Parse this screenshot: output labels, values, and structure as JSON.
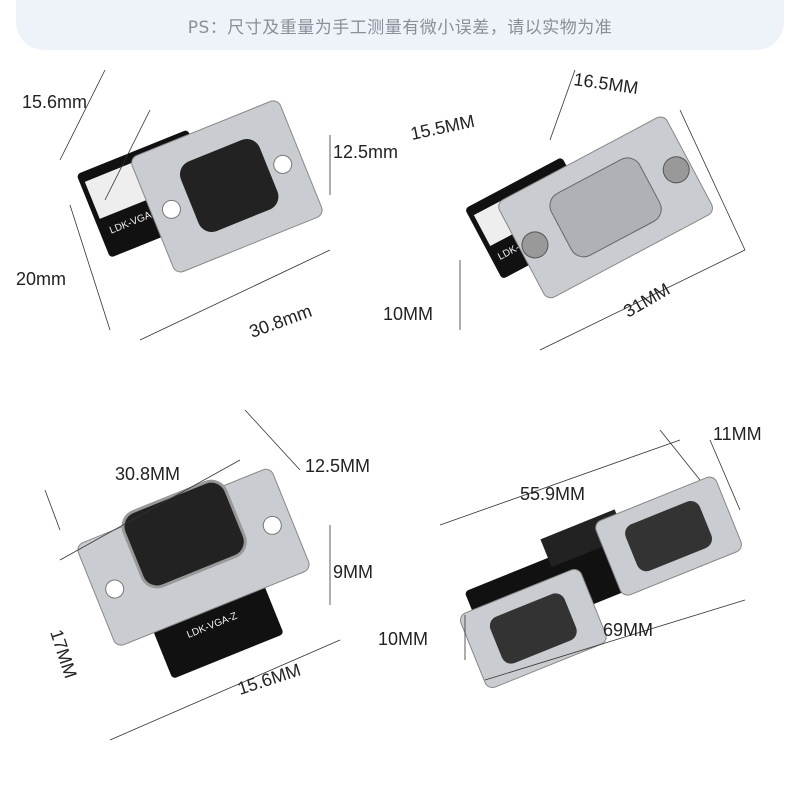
{
  "note": "PS：尺寸及重量为手工测量有微小误差，请以实物为准",
  "products": [
    {
      "pcb_label": "LDK-VGA-1",
      "dims": {
        "a": "15.6mm",
        "b": "12.5mm",
        "c": "20mm",
        "d": "30.8mm"
      }
    },
    {
      "pcb_label": "LDK-VGA-2",
      "dims": {
        "a": "15.5MM",
        "b": "16.5MM",
        "c": "10MM",
        "d": "31MM"
      }
    },
    {
      "pcb_label": "LDK-VGA-Z",
      "dims": {
        "a": "30.8MM",
        "b": "12.5MM",
        "c": "9MM",
        "d": "17MM",
        "e": "15.6MM"
      }
    },
    {
      "dims": {
        "a": "11MM",
        "b": "55.9MM",
        "c": "10MM",
        "d": "69MM"
      }
    }
  ]
}
